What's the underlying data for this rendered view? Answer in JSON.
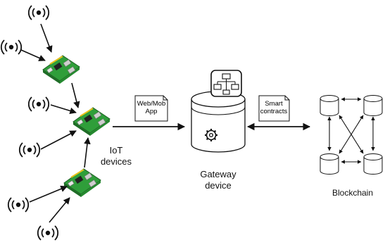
{
  "labels": {
    "iot_devices_line1": "IoT",
    "iot_devices_line2": "devices",
    "gateway_line1": "Gateway",
    "gateway_line2": "device",
    "blockchain": "Blockchain"
  },
  "notes": {
    "web_app_line1": "Web/Mob",
    "web_app_line2": "App",
    "smart_contracts_line1": "Smart",
    "smart_contracts_line2": "contracts"
  },
  "icons": {
    "sensor": "wireless-signal-icon",
    "board": "raspberry-pi-board-icon",
    "gateway": "database-cylinder-icon",
    "gear": "gear-icon",
    "network": "hierarchy-network-icon",
    "ledger_node": "database-cylinder-icon"
  },
  "colors": {
    "board_green": "#2f9e3a",
    "stroke": "#111111"
  }
}
